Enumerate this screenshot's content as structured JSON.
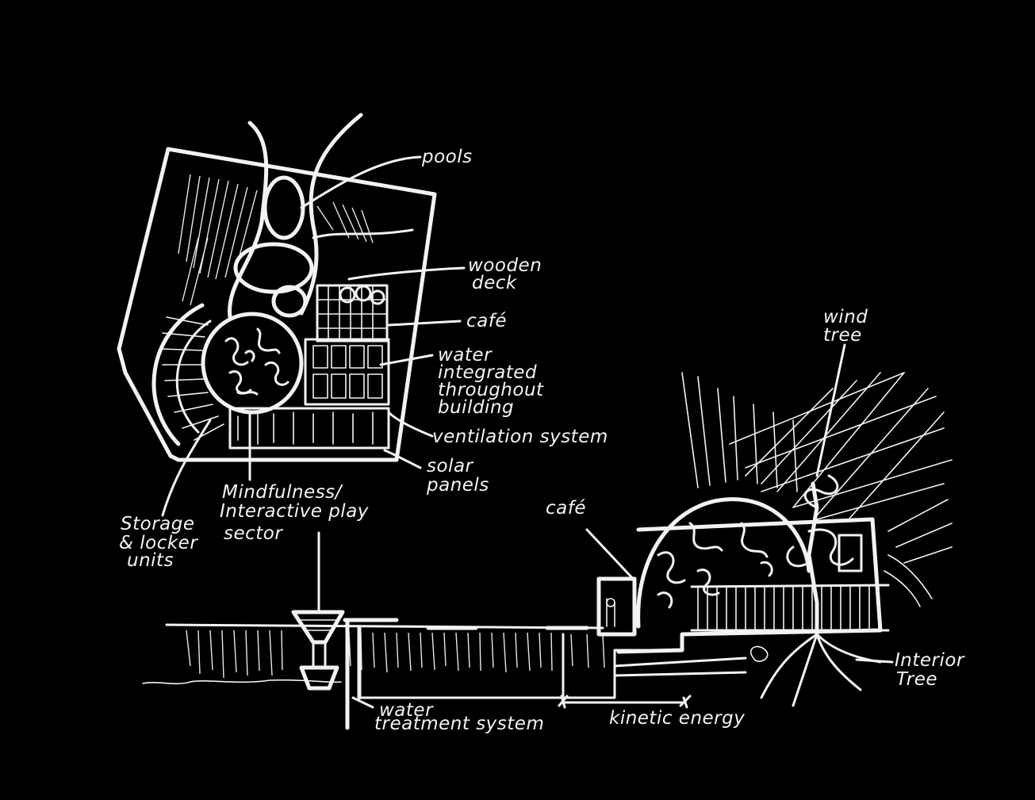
{
  "colors": {
    "background": "#000000",
    "ink": "#f2f2f2"
  },
  "labels": {
    "pools": "pools",
    "wooden_deck": [
      "wooden",
      "deck"
    ],
    "cafe_plan": "café",
    "water_integrated": [
      "water",
      "integrated",
      "throughout",
      "building"
    ],
    "ventilation": "ventilation system",
    "solar": [
      "solar",
      "panels"
    ],
    "mindfulness": [
      "Mindfulness/",
      "Interactive play",
      "sector"
    ],
    "storage": [
      "Storage",
      "& locker",
      "units"
    ],
    "cafe_section": "café",
    "wind_tree": [
      "wind",
      "tree"
    ],
    "interior_tree": [
      "Interior",
      "Tree"
    ],
    "water_treatment": [
      "water",
      "treatment system"
    ],
    "kinetic": "kinetic energy"
  }
}
